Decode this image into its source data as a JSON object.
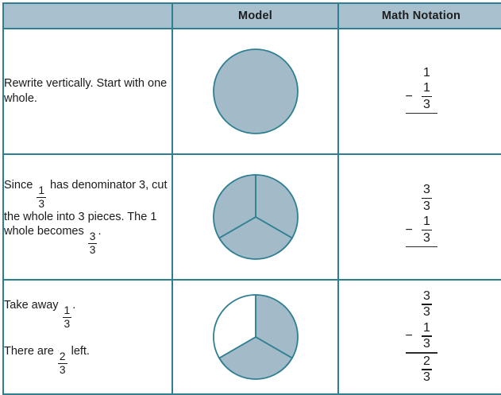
{
  "table": {
    "headers": {
      "description": "",
      "model": "Model",
      "math_notation": "Math Notation"
    },
    "colors": {
      "border": "#2f7f92",
      "header_bg": "#a8c0cd",
      "shape_fill": "#a3bac8",
      "shape_stroke": "#2f7f92",
      "text": "#1a1a1a"
    },
    "rows": [
      {
        "id": "row-1",
        "description": {
          "paragraphs": [
            {
              "segments": [
                {
                  "type": "text",
                  "value": "Rewrite vertically. Start with one whole."
                }
              ]
            }
          ]
        },
        "model": {
          "type": "circle",
          "total_parts": 1,
          "shaded_parts": 1,
          "divided": false,
          "label": "whole circle fully shaded"
        },
        "math": {
          "top": {
            "type": "whole",
            "value": "1"
          },
          "operator": "−",
          "bottom": {
            "type": "fraction",
            "numerator": "1",
            "denominator": "3"
          },
          "result": null
        }
      },
      {
        "id": "row-2",
        "description": {
          "paragraphs": [
            {
              "segments": [
                {
                  "type": "text",
                  "value": "Since "
                },
                {
                  "type": "fraction",
                  "numerator": "1",
                  "denominator": "3"
                },
                {
                  "type": "text",
                  "value": " has denominator 3, cut the whole into 3 pieces. The 1 whole becomes "
                },
                {
                  "type": "fraction",
                  "numerator": "3",
                  "denominator": "3"
                },
                {
                  "type": "text",
                  "value": "."
                }
              ]
            }
          ]
        },
        "model": {
          "type": "circle",
          "total_parts": 3,
          "shaded_parts": 3,
          "divided": true,
          "label": "circle cut into 3 equal parts, all shaded"
        },
        "math": {
          "top": {
            "type": "fraction",
            "numerator": "3",
            "denominator": "3"
          },
          "operator": "−",
          "bottom": {
            "type": "fraction",
            "numerator": "1",
            "denominator": "3"
          },
          "result": null
        }
      },
      {
        "id": "row-3",
        "description": {
          "paragraphs": [
            {
              "segments": [
                {
                  "type": "text",
                  "value": "Take away "
                },
                {
                  "type": "fraction",
                  "numerator": "1",
                  "denominator": "3"
                },
                {
                  "type": "text",
                  "value": "."
                }
              ]
            },
            {
              "segments": [
                {
                  "type": "text",
                  "value": "There are "
                },
                {
                  "type": "fraction",
                  "numerator": "2",
                  "denominator": "3"
                },
                {
                  "type": "text",
                  "value": " left."
                }
              ]
            }
          ]
        },
        "model": {
          "type": "circle",
          "total_parts": 3,
          "shaded_parts": 2,
          "divided": true,
          "unshaded_sector_index": 0,
          "label": "circle cut into 3 equal parts, 2 shaded"
        },
        "math": {
          "top": {
            "type": "fraction",
            "numerator": "3",
            "denominator": "3"
          },
          "operator": "−",
          "bottom": {
            "type": "fraction",
            "numerator": "1",
            "denominator": "3"
          },
          "result": {
            "type": "fraction",
            "numerator": "2",
            "denominator": "3"
          }
        }
      }
    ]
  }
}
